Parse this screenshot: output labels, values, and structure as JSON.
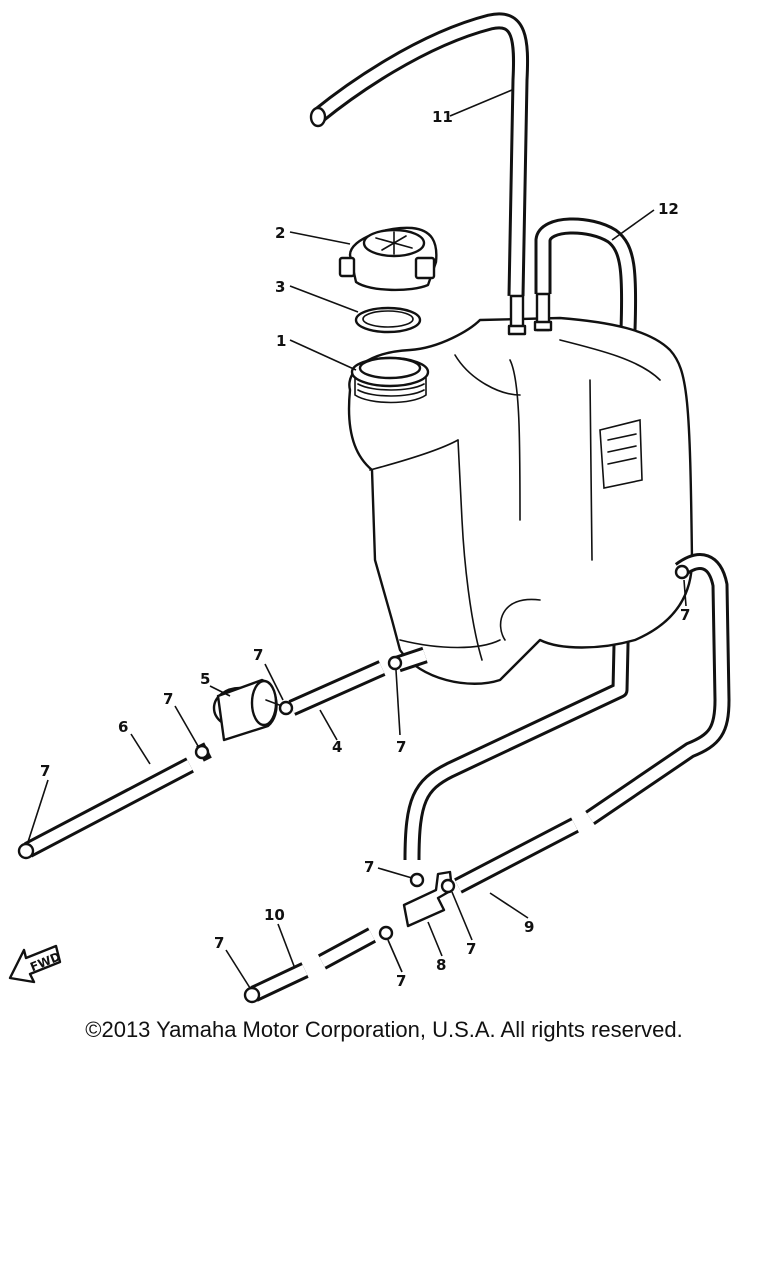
{
  "callouts": {
    "n1": "1",
    "n2": "2",
    "n3": "3",
    "n4": "4",
    "n5": "5",
    "n6": "6",
    "n7": "7",
    "n8": "8",
    "n9": "9",
    "n10": "10",
    "n11": "11",
    "n12": "12"
  },
  "fwd_arrow": {
    "label": "FWD"
  },
  "copyright": "©2013 Yamaha Motor Corporation, U.S.A. All rights reserved."
}
